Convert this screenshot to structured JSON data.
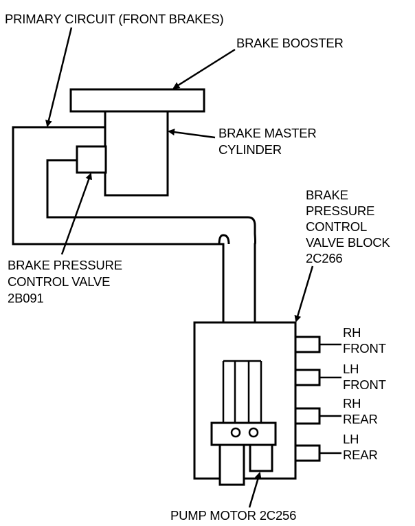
{
  "labels": {
    "primary_circuit": "PRIMARY CIRCUIT (FRONT BRAKES)",
    "brake_booster": "BRAKE BOOSTER",
    "master_cylinder": [
      "BRAKE MASTER",
      "CYLINDER"
    ],
    "valve_block": [
      "BRAKE",
      "PRESSURE",
      "CONTROL",
      "VALVE BLOCK",
      "2C266"
    ],
    "pressure_control_valve": [
      "BRAKE PRESSURE",
      "CONTROL VALVE",
      "2B091"
    ],
    "rh_front": [
      "RH",
      "FRONT"
    ],
    "lh_front": [
      "LH",
      "FRONT"
    ],
    "rh_rear": [
      "RH",
      "REAR"
    ],
    "lh_rear": [
      "LH",
      "REAR"
    ],
    "pump_motor": "PUMP MOTOR 2C256"
  },
  "colors": {
    "line": "#000000",
    "background": "#ffffff"
  }
}
